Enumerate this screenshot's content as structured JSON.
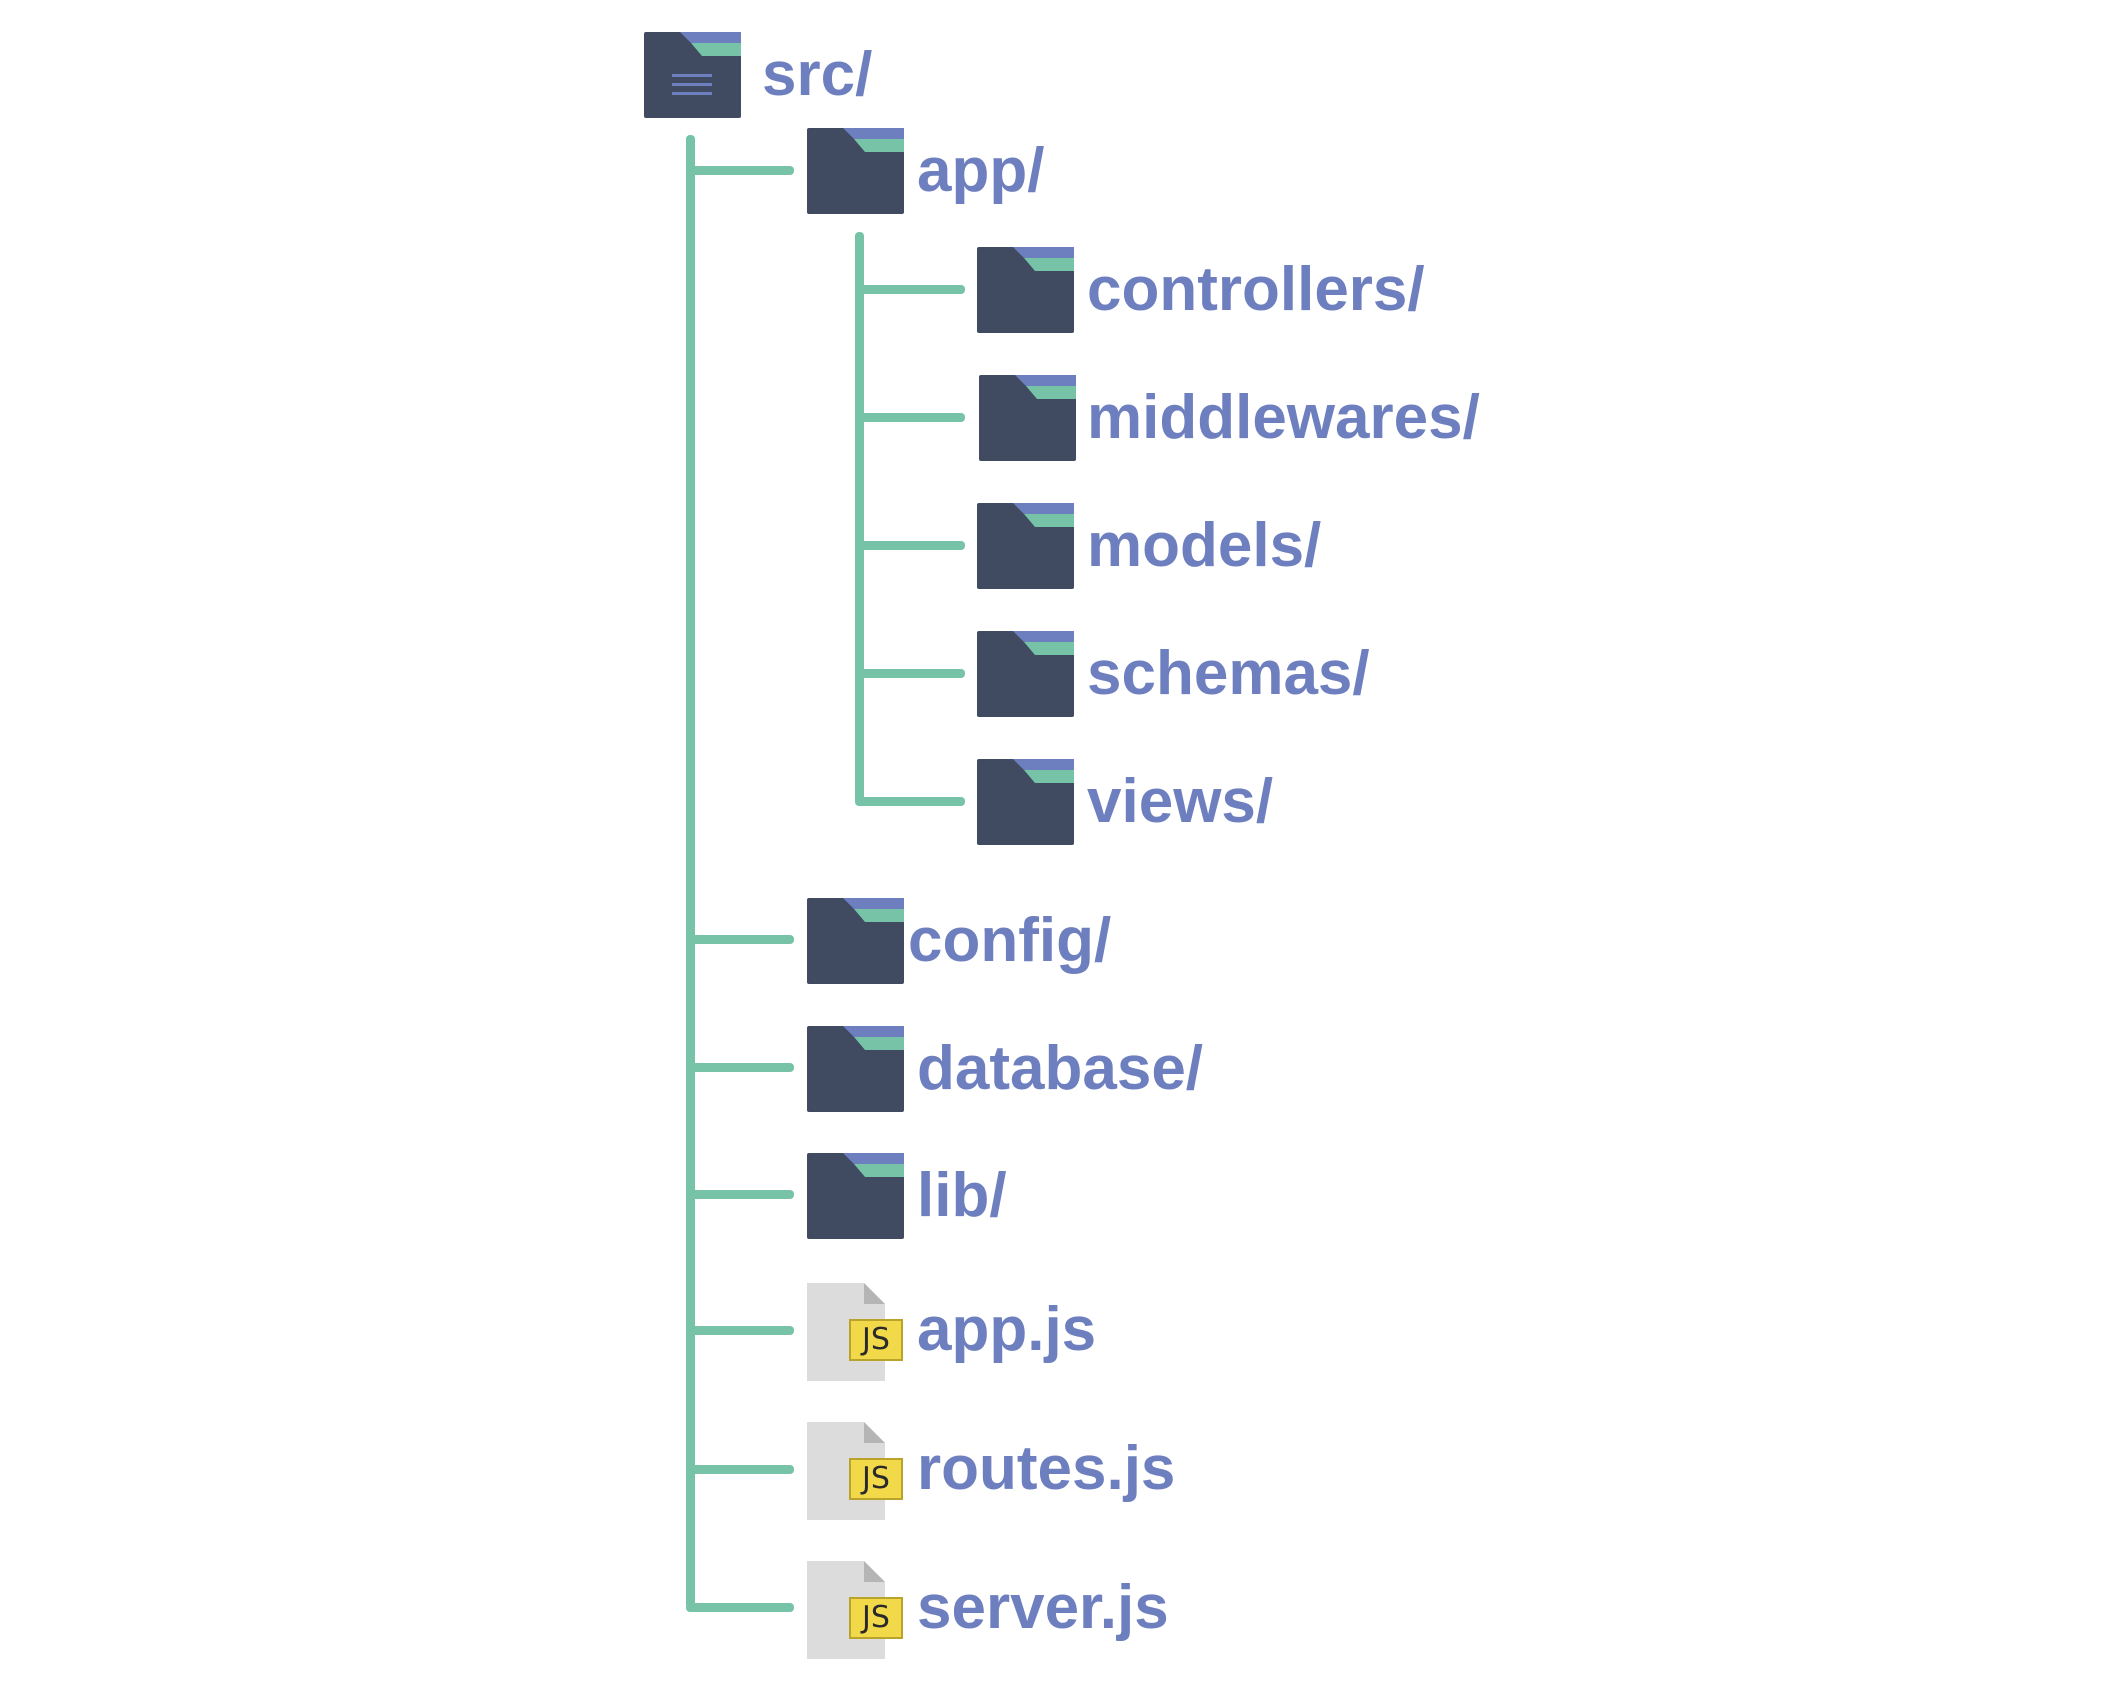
{
  "tree": {
    "root": {
      "label": "src/",
      "kind": "root-folder",
      "icon": "folder-root-icon"
    },
    "items": [
      {
        "label": "app/",
        "kind": "folder",
        "depth": 1,
        "icon": "folder-icon"
      },
      {
        "label": "controllers/",
        "kind": "folder",
        "depth": 2,
        "icon": "folder-icon"
      },
      {
        "label": "middlewares/",
        "kind": "folder",
        "depth": 2,
        "icon": "folder-icon"
      },
      {
        "label": "models/",
        "kind": "folder",
        "depth": 2,
        "icon": "folder-icon"
      },
      {
        "label": "schemas/",
        "kind": "folder",
        "depth": 2,
        "icon": "folder-icon"
      },
      {
        "label": "views/",
        "kind": "folder",
        "depth": 2,
        "icon": "folder-icon"
      },
      {
        "label": "config/",
        "kind": "folder",
        "depth": 1,
        "icon": "folder-icon"
      },
      {
        "label": "database/",
        "kind": "folder",
        "depth": 1,
        "icon": "folder-icon"
      },
      {
        "label": "lib/",
        "kind": "folder",
        "depth": 1,
        "icon": "folder-icon"
      },
      {
        "label": "app.js",
        "kind": "js-file",
        "depth": 1,
        "icon": "js-file-icon",
        "badge": "JS"
      },
      {
        "label": "routes.js",
        "kind": "js-file",
        "depth": 1,
        "icon": "js-file-icon",
        "badge": "JS"
      },
      {
        "label": "server.js",
        "kind": "js-file",
        "depth": 1,
        "icon": "js-file-icon",
        "badge": "JS"
      }
    ]
  },
  "colors": {
    "label": "#6e7fbf",
    "connector": "#76c3a8",
    "folder_body": "#404a60",
    "folder_tab_blue": "#6e7fbf",
    "folder_tab_green": "#76c3a8",
    "file_body": "#dcdcdc",
    "js_badge": "#f2d94a"
  }
}
